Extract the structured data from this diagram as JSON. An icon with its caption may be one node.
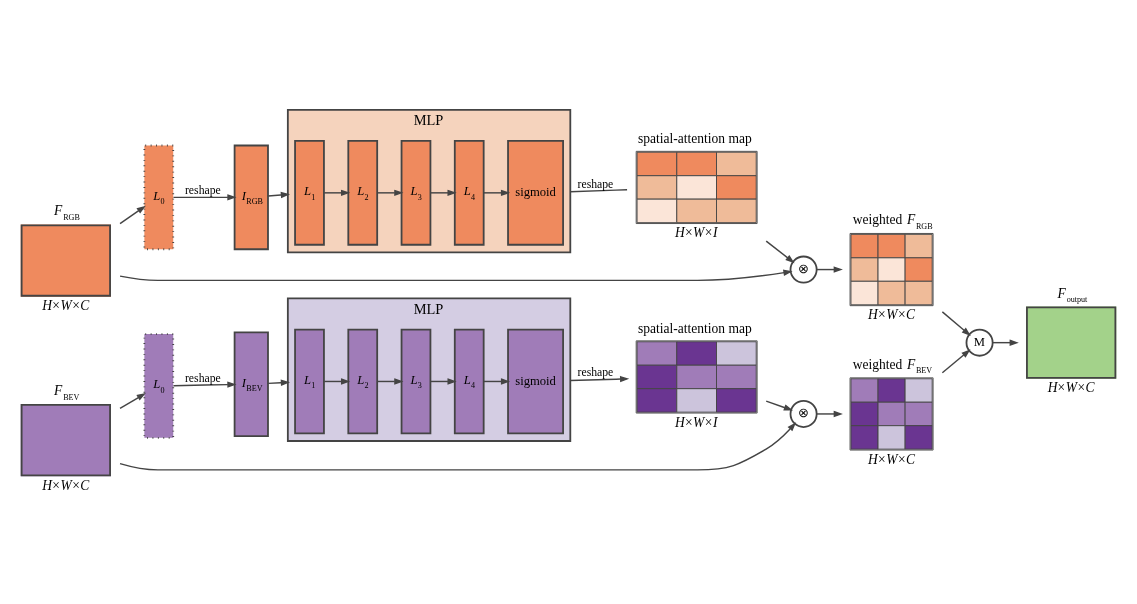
{
  "diagram": {
    "nodes": [
      {
        "text": [
          "*F*$_{RGB}$"
        ],
        "beside": [
          "*H*×*W*×*C*"
        ]
      },
      {
        "text": [
          "*L*$_{0}$"
        ]
      },
      {
        "text": [
          "*I*$_{RGB}$"
        ]
      },
      {
        "text": [
          "MLP"
        ]
      },
      {
        "text": [
          "*L*$_{1}$"
        ],
        "in": 3
      },
      {
        "text": [
          "*L*$_{2}$"
        ],
        "in": 3
      },
      {
        "text": [
          "*L*$_{3}$"
        ],
        "in": 3
      },
      {
        "text": [
          "*L*$_{4}$"
        ],
        "in": 3
      },
      {
        "text": [
          "sigmoid"
        ],
        "in": 3
      },
      {
        "text": [
          "spatial-attention map"
        ],
        "beside": [
          "*H*×*W*×*I*"
        ]
      },
      {
        "text": [
          "⊗"
        ]
      },
      {
        "text": [
          "weighted *F*$_{RGB}$"
        ],
        "beside": [
          "*H*×*W*×*C*"
        ]
      },
      {
        "text": [
          "*F*$_{BEV}$"
        ],
        "beside": [
          "*H*×*W*×*C*"
        ]
      },
      {
        "text": [
          "*L*$_{0}$"
        ]
      },
      {
        "text": [
          "*I*$_{BEV}$"
        ]
      },
      {
        "text": [
          "MLP"
        ]
      },
      {
        "text": [
          "*L*$_{1}$"
        ],
        "in": 15
      },
      {
        "text": [
          "*L*$_{2}$"
        ],
        "in": 15
      },
      {
        "text": [
          "*L*$_{3}$"
        ],
        "in": 15
      },
      {
        "text": [
          "*L*$_{4}$"
        ],
        "in": 15
      },
      {
        "text": [
          "sigmoid"
        ],
        "in": 15
      },
      {
        "text": [
          "spatial-attention map"
        ],
        "beside": [
          "*H*×*W*×*I*"
        ]
      },
      {
        "text": [
          "⊗"
        ]
      },
      {
        "text": [
          "weighted *F*$_{BEV}$"
        ],
        "beside": [
          "*H*×*W*×*C*"
        ]
      },
      {
        "text": [
          "M"
        ]
      },
      {
        "text": [
          "*F*$_{output}$"
        ],
        "beside": [
          "*H*×*W*×*C*"
        ]
      }
    ],
    "edges": [
      {
        "from": 0,
        "to": 1,
        "arrow": "to"
      },
      {
        "from": 1,
        "to": 2,
        "arrow": "to",
        "label": "reshape"
      },
      {
        "from": 2,
        "to": 3,
        "arrow": "to"
      },
      {
        "from": 4,
        "to": 5,
        "arrow": "to"
      },
      {
        "from": 5,
        "to": 6,
        "arrow": "to"
      },
      {
        "from": 6,
        "to": 7,
        "arrow": "to"
      },
      {
        "from": 7,
        "to": 8,
        "arrow": "to"
      },
      {
        "from": 3,
        "to": 9,
        "arrow": "none",
        "label": "reshape"
      },
      {
        "from": 9,
        "to": 10,
        "arrow": "to"
      },
      {
        "from": 0,
        "to": 10,
        "arrow": "to"
      },
      {
        "from": 10,
        "to": 11,
        "arrow": "to"
      },
      {
        "from": 11,
        "to": 24,
        "arrow": "to"
      },
      {
        "from": 12,
        "to": 22,
        "arrow": "to"
      },
      {
        "from": 12,
        "to": 13,
        "arrow": "to"
      },
      {
        "from": 13,
        "to": 14,
        "arrow": "to",
        "label": "reshape"
      },
      {
        "from": 14,
        "to": 15,
        "arrow": "to"
      },
      {
        "from": 16,
        "to": 17,
        "arrow": "to"
      },
      {
        "from": 17,
        "to": 18,
        "arrow": "to"
      },
      {
        "from": 18,
        "to": 19,
        "arrow": "to"
      },
      {
        "from": 19,
        "to": 20,
        "arrow": "to"
      },
      {
        "from": 15,
        "to": 21,
        "arrow": "to",
        "label": "reshape"
      },
      {
        "from": 21,
        "to": 22,
        "arrow": "to"
      },
      {
        "from": 22,
        "to": 23,
        "arrow": "to"
      },
      {
        "from": 23,
        "to": 24,
        "arrow": "to"
      },
      {
        "from": 24,
        "to": 25,
        "arrow": "to"
      }
    ]
  }
}
